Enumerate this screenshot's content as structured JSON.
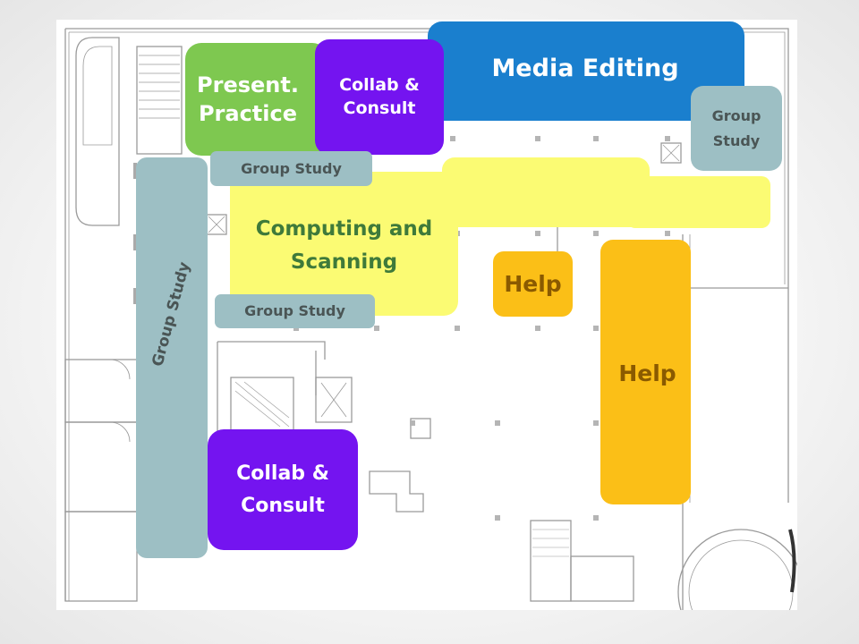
{
  "zones": {
    "present_practice": {
      "line1": "Present.",
      "line2": "Practice",
      "color": "#7ec850"
    },
    "collab_consult_top": {
      "line1": "Collab &",
      "line2": "Consult",
      "color": "#7414f0"
    },
    "media_editing": {
      "label": "Media Editing",
      "color": "#1a7fce"
    },
    "group_study_right": {
      "line1": "Group",
      "line2": "Study",
      "color": "#9dbfc4"
    },
    "group_study_top": {
      "label": "Group Study",
      "color": "#9dbfc4"
    },
    "computing_scanning": {
      "line1": "Computing and",
      "line2": "Scanning",
      "color": "#fbfb73"
    },
    "help_small": {
      "label": "Help",
      "color": "#fbbf17"
    },
    "group_study_mid": {
      "label": "Group Study",
      "color": "#9dbfc4"
    },
    "help_tall": {
      "label": "Help",
      "color": "#fbbf17"
    },
    "group_study_vertical": {
      "label": "Group Study",
      "color": "#9dbfc4"
    },
    "collab_consult_bottom": {
      "line1": "Collab &",
      "line2": "Consult",
      "color": "#7414f0"
    }
  }
}
